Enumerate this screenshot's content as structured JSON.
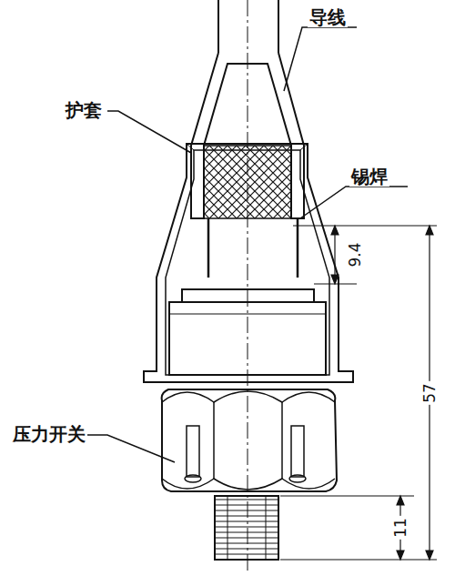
{
  "diagram": {
    "labels": [
      "导线",
      "护套",
      "锡焊",
      "压力开关",
      "9.4",
      "57",
      "11"
    ]
  }
}
